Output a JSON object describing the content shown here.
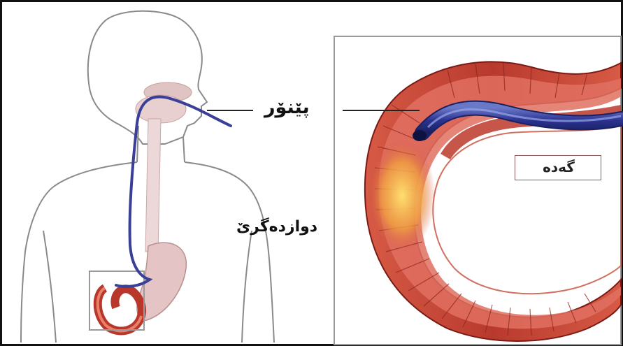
{
  "labels": {
    "endoscope": "پێنۆر",
    "duodenum": "دوازدەگرێ",
    "stomach": "گەدە"
  },
  "colors": {
    "frame": "#111111",
    "tube": "#2a2f7a",
    "tissue": "#c8473a",
    "tissue_dark": "#9c2a22",
    "tissue_inner": "#e8a090",
    "body_outline": "#8a8a8a"
  }
}
